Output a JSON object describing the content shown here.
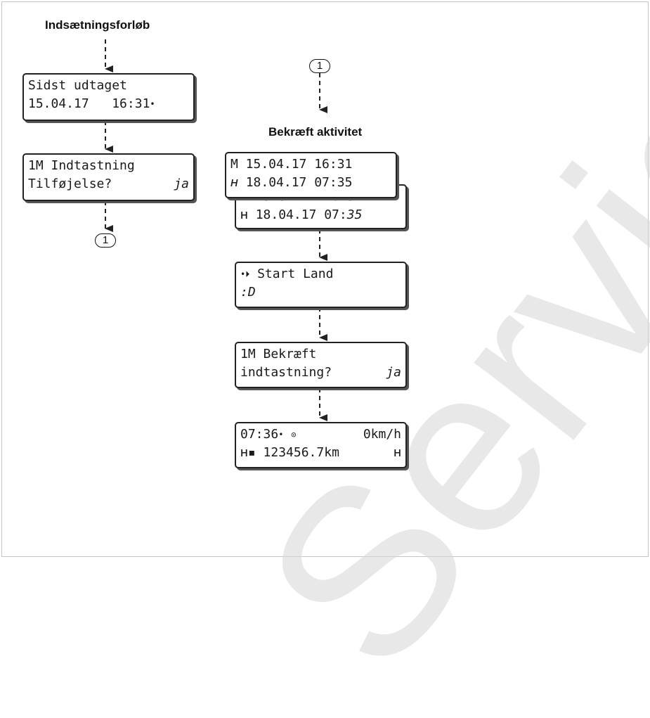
{
  "watermark": "Service Only",
  "left_flow": {
    "title": "Indsætningsforløb",
    "screen1": {
      "line1": "Sidst udtaget",
      "line2_date": "15.04.17",
      "line2_time": "16:31",
      "line2_mark": "•"
    },
    "screen2": {
      "line1": "1M Indtastning",
      "line2": "Tilføjelse?",
      "line2_answer": "ja"
    },
    "connector_label": "1"
  },
  "right_flow": {
    "connector_label": "1",
    "title": "Bekræft aktivitet",
    "screen_front": {
      "line1": "M 15.04.17 16:31",
      "line2_symbol": "ʜ",
      "line2": "18.04.17 07:35"
    },
    "screen_back": {
      "line1": "M 15.04.17 16:31",
      "line2_symbol": "ʜ",
      "line2_prefix": "18.04.17 07:",
      "line2_italic": "35"
    },
    "screen_country": {
      "line1_symbol": "•⏵",
      "line1": "Start Land",
      "line2": ":D"
    },
    "screen_confirm": {
      "line1": "1M Bekræft",
      "line2": "indtastning?",
      "line2_answer": "ja"
    },
    "screen_standard": {
      "line1_time": "07:36",
      "line1_mark": "•",
      "line1_icon": "⊙",
      "line1_speed": "0km/h",
      "line2_symbol": "ʜ",
      "line2_card": "▪",
      "line2_km": "123456.7km",
      "line2_end": "ʜ"
    }
  },
  "colors": {
    "line": "#222222",
    "watermark": "#d7d7d7"
  }
}
